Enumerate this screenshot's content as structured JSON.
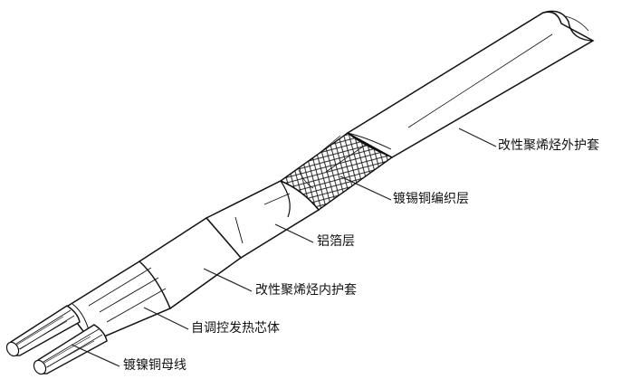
{
  "labels": {
    "outer_jacket": "改性聚烯烃外护套",
    "braid": "镀锡铜编织层",
    "foil": "铝箔层",
    "inner_jacket": "改性聚烯烃内护套",
    "core": "自调控发热芯体",
    "bus_wire": "镀镍铜母线"
  },
  "colors": {
    "stroke": "#111111",
    "fill": "#ffffff",
    "leader": "#222222"
  }
}
